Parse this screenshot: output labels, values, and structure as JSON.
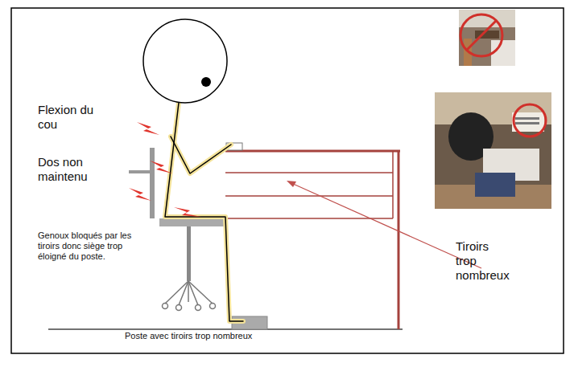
{
  "diagram": {
    "caption": "Poste avec tiroirs trop nombreux",
    "labels": [
      "Flexion du cou",
      "Dos non maintenu",
      "Genoux bloqués par les tiroirs donc siège trop éloigné du poste.",
      "Tiroirs trop nombreux"
    ]
  }
}
